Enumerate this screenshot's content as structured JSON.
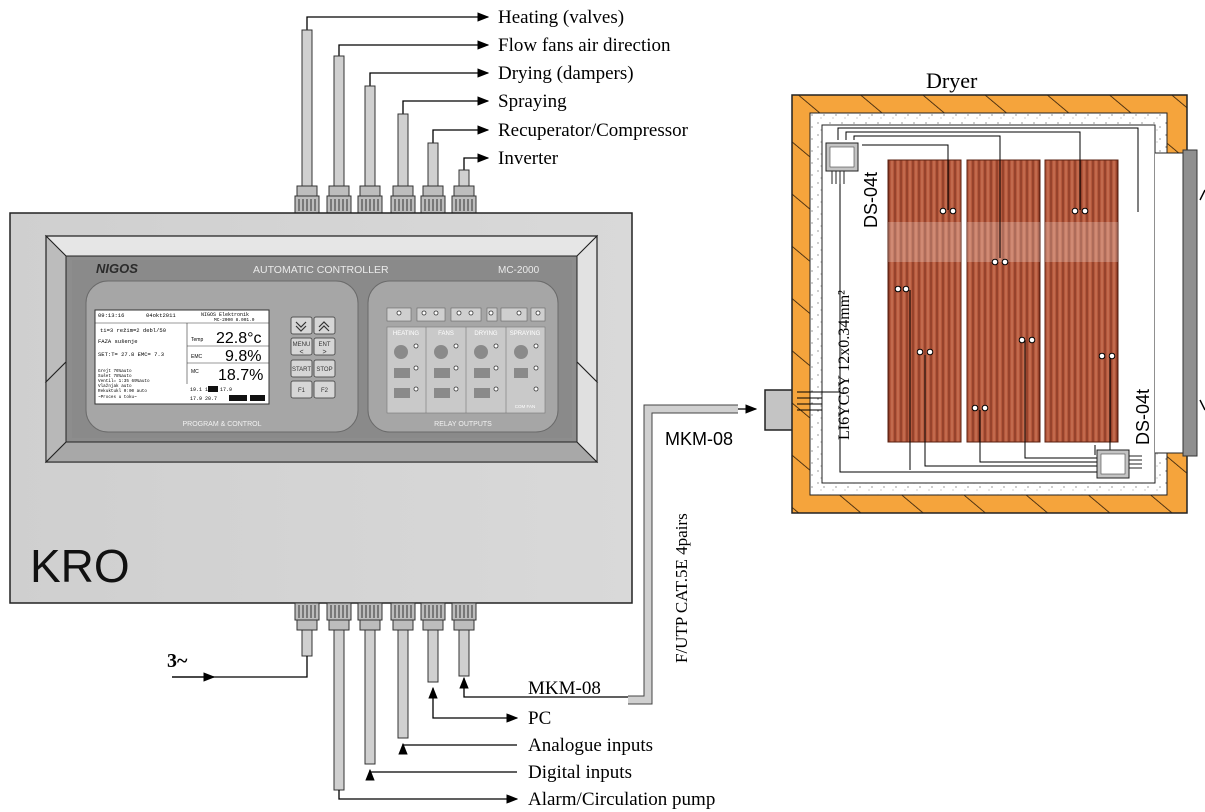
{
  "outputs_top": [
    {
      "label": "Heating (valves)"
    },
    {
      "label": "Flow fans air direction"
    },
    {
      "label": "Drying (dampers)"
    },
    {
      "label": "Spraying"
    },
    {
      "label": "Recuperator/Compressor"
    },
    {
      "label": "Inverter"
    }
  ],
  "bottom_labels": {
    "pc": "PC",
    "analogue": "Analogue inputs",
    "digital": "Digital inputs",
    "alarm": "Alarm/Circulation pump",
    "power": "3~",
    "mkm_bottom": "MKM-08"
  },
  "cable": {
    "label": "F/UTP CAT.5E 4pairs",
    "mkm_right": "MKM-08"
  },
  "box": {
    "name": "KRO"
  },
  "controller": {
    "brand": "NIGOS",
    "title": "AUTOMATIC CONTROLLER",
    "model": "MC-2000",
    "left_footer": "PROGRAM & CONTROL",
    "right_footer": "RELAY OUTPUTS"
  },
  "lcd": {
    "time": "09:13:16",
    "date": "04okt2011",
    "vendor": "NIGOS Elektronik",
    "version": "MC-2000 8.001.0",
    "line1": "ti=3 režim=2 debl/50",
    "line2": "FAZA  sušenje",
    "line3": "SET:T= 27.8 EMC=  7.3",
    "temp_label": "Temp",
    "temp_value": "22.8°c",
    "emc_label": "EMC",
    "emc_value": "9.8%",
    "mc_label": "MC",
    "mc_value": "18.7%",
    "status1": "Grejt         76%auto",
    "status2": "Sušet          78%auto",
    "status3": "Ventil=  1:35  69%auto",
    "status4": "Vlažnjak        auto",
    "status5": "Rekuktukl   0:00 auto",
    "status6": "~Proces u toku~",
    "sensors1": "19.1    17.8 17.9",
    "sensors2": "17.9 20.7"
  },
  "keys": {
    "menu": "MENU",
    "ent": "ENT",
    "start": "START",
    "stop": "STOP",
    "f1": "F1",
    "f2": "F2"
  },
  "relay_groups": {
    "heating": "HEATING",
    "fans": "FANS",
    "drying": "DRYING",
    "spraying": "SPRAYING",
    "com_fan": "COM FAN"
  },
  "dryer": {
    "title": "Dryer",
    "sensor_top": "DS-04t",
    "sensor_bottom": "DS-04t",
    "wire": "LI6YC6Y  12x0.34mm²"
  }
}
